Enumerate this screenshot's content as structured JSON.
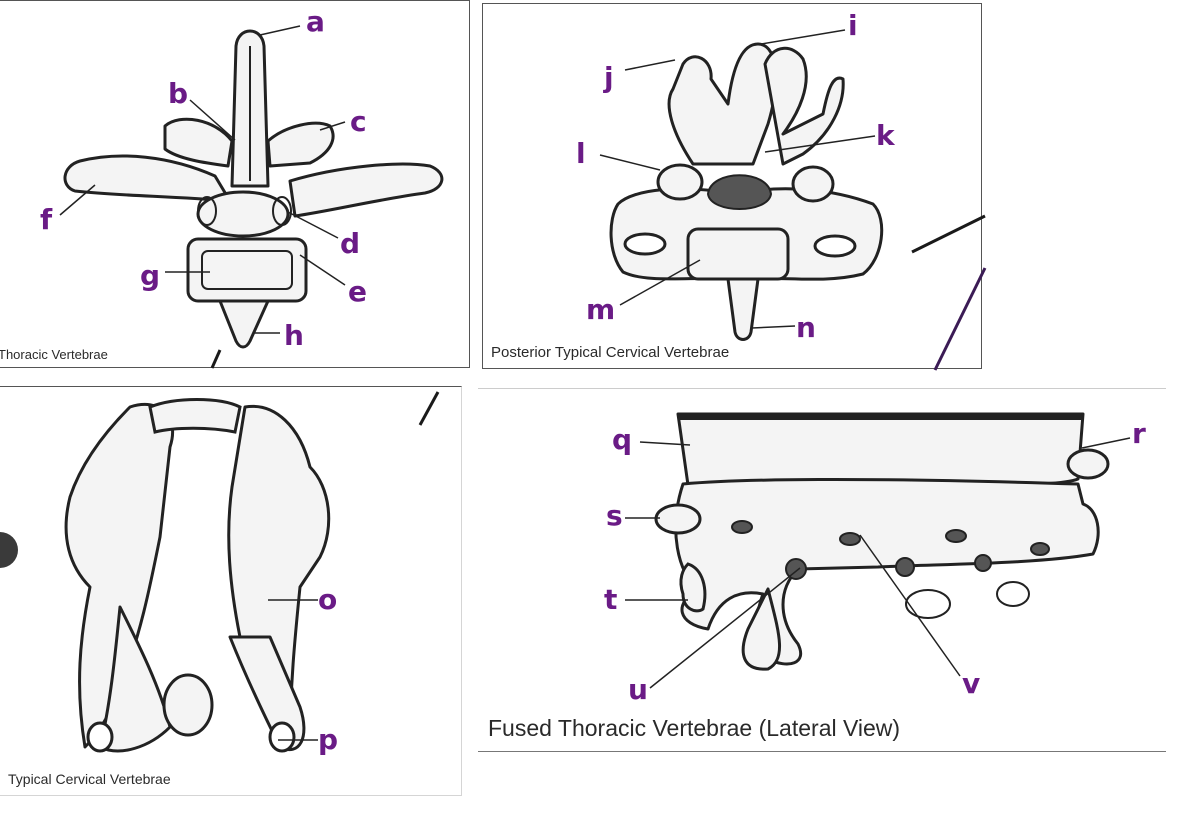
{
  "colors": {
    "label": "#6a1b86",
    "ink": "#2a2a2a",
    "bone": "#f4f4f4",
    "stroke": "#222222"
  },
  "panels": {
    "thoracic": {
      "caption": "Thoracic Vertebrae",
      "labels": {
        "a": "a",
        "b": "b",
        "c": "c",
        "d": "d",
        "e": "e",
        "f": "f",
        "g": "g",
        "h": "h"
      }
    },
    "cervical_posterior": {
      "caption": "Posterior Typical Cervical Vertebrae",
      "labels": {
        "i": "i",
        "j": "j",
        "k": "k",
        "l": "l",
        "m": "m",
        "n": "n"
      }
    },
    "cervical_typical": {
      "caption": "Typical Cervical Vertebrae",
      "labels": {
        "o": "o",
        "p": "p"
      }
    },
    "fused_thoracic": {
      "caption": "Fused Thoracic Vertebrae (Lateral View)",
      "labels": {
        "q": "q",
        "r": "r",
        "s": "s",
        "t": "t",
        "u": "u",
        "v": "v"
      }
    }
  },
  "navigation": {
    "carousel_dot_icon": "circle-icon"
  }
}
